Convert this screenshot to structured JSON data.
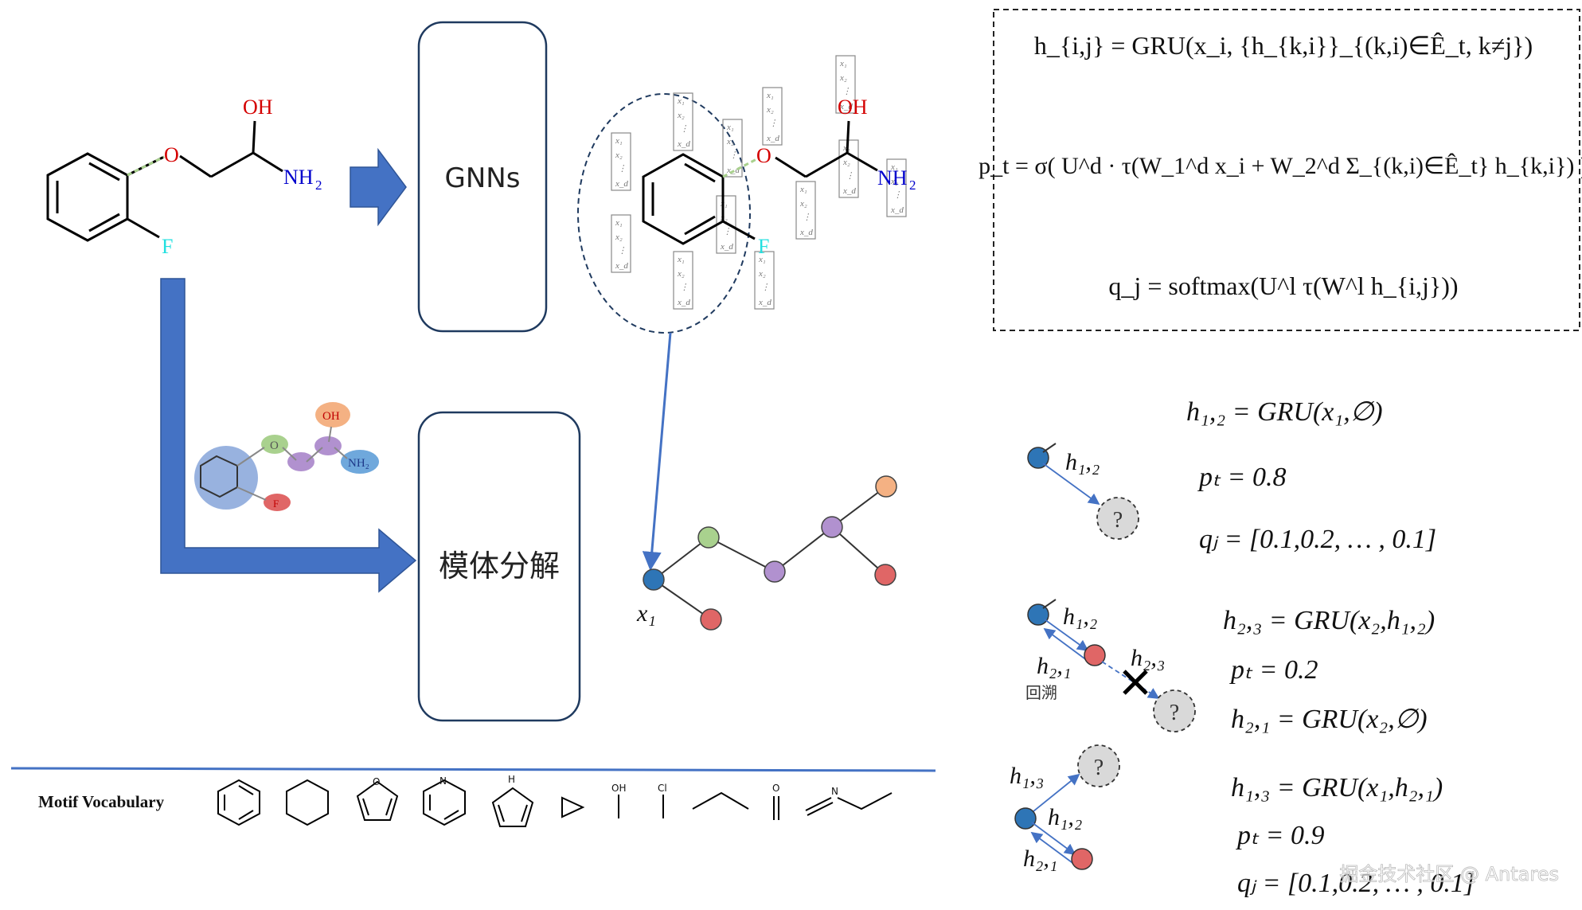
{
  "molecule": {
    "oh": "OH",
    "o": "O",
    "nh": "NH",
    "sub2": "2",
    "f": "F"
  },
  "boxes": {
    "gnns": "GNNs",
    "motif_decomp": "模体分解"
  },
  "motif_graph": {
    "oh": "OH",
    "o": "O",
    "nh2": "NH₂",
    "f": "F"
  },
  "feature_vector": {
    "row1": "x₁",
    "row2": "x₂",
    "dots": "⋮",
    "row3": "x_d"
  },
  "graph": {
    "x1_label": "x₁"
  },
  "formulas": {
    "h_ij": "h_{i,j} = GRU(x_i, {h_{k,i}}_{(k,i)∈Ê_t, k≠j})",
    "p_t": "p_t = σ( U^d · τ(W_1^d x_i + W_2^d Σ_{(k,i)∈Ê_t} h_{k,i}) )",
    "q_j": "q_j = softmax(U^l τ(W^l h_{i,j}))"
  },
  "steps": {
    "s1": {
      "h_eq": "h₁,₂ = GRU(x₁,∅)",
      "p_eq": "pₜ = 0.8",
      "q_eq": "qⱼ = [0.1,0.2, … , 0.1]",
      "node_label": "h₁,₂",
      "unknown": "?"
    },
    "s2": {
      "h_eq": "h₂,₃ = GRU(x₂,h₁,₂)",
      "p_eq": "pₜ = 0.2",
      "back_eq": "h₂,₁ = GRU(x₂,∅)",
      "label_h12": "h₁,₂",
      "label_h21": "h₂,₁",
      "label_h23": "h₂,₃",
      "backtrack": "回溯",
      "unknown": "?"
    },
    "s3": {
      "h_eq": "h₁,₃ = GRU(x₁,h₂,₁)",
      "p_eq": "pₜ = 0.9",
      "q_eq": "qⱼ = [0.1,0.2, … , 0.1]",
      "label_h13": "h₁,₃",
      "label_h12": "h₁,₂",
      "label_h21": "h₂,₁",
      "unknown": "?"
    }
  },
  "vocab": {
    "label": "Motif Vocabulary",
    "oh": "OH",
    "cl": "Cl",
    "o": "O",
    "n": "N",
    "nh": "H"
  },
  "watermark": "掘金技术社区 @ Antares",
  "colors": {
    "arrow_blue": "#4472c4",
    "node_blue": "#2e75b6",
    "node_green": "#a9d18e",
    "node_purple": "#b191cf",
    "node_orange": "#f4b183",
    "node_red": "#e06666",
    "oh_red": "#d40000",
    "nh_blue": "#0000cc",
    "f_cyan": "#22e0e0"
  }
}
